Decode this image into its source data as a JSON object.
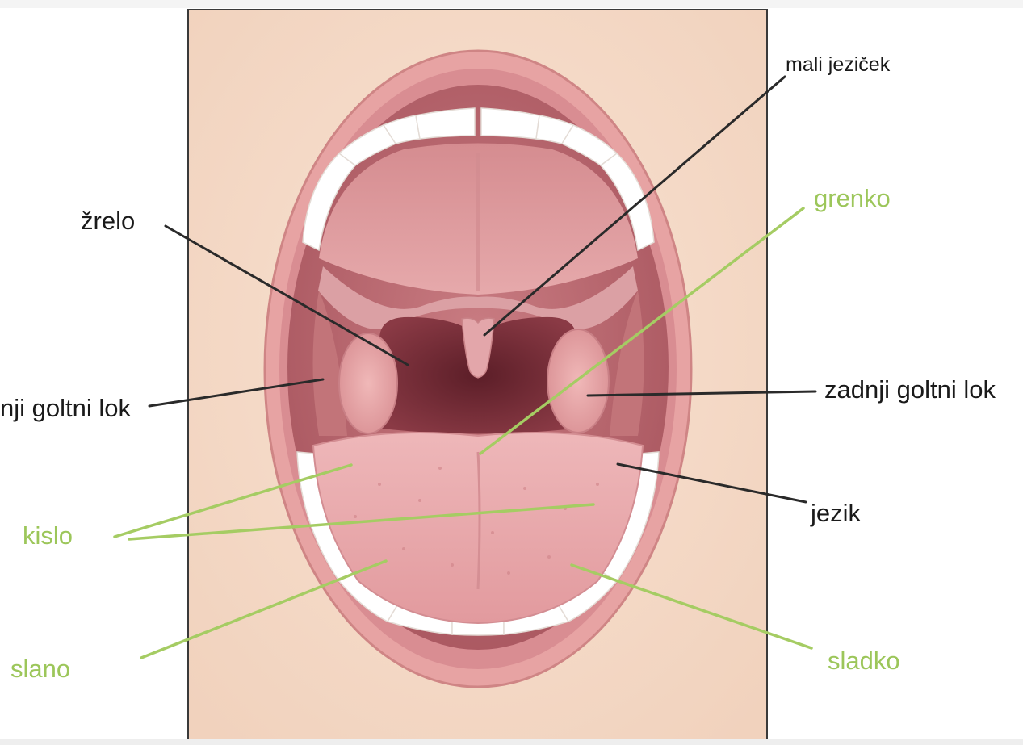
{
  "labels": {
    "uvula": "mali jeziček",
    "pharynx": "žrelo",
    "bitter": "grenko",
    "front_arch": "nji goltni lok",
    "back_arch": "zadnji goltni lok",
    "tongue": "jezik",
    "sour": "kislo",
    "salty": "slano",
    "sweet": "sladko"
  },
  "colors": {
    "skin": "#f6dccb",
    "lip": "#e7a3a3",
    "mouth_cavity": "#b9676e",
    "throat": "#6e2a34",
    "tongue": "#e9a9ac",
    "teeth": "#ffffff",
    "tonsil": "#e3a0a3",
    "label_dark": "#1a1a1a",
    "label_green": "#9cc65a"
  }
}
